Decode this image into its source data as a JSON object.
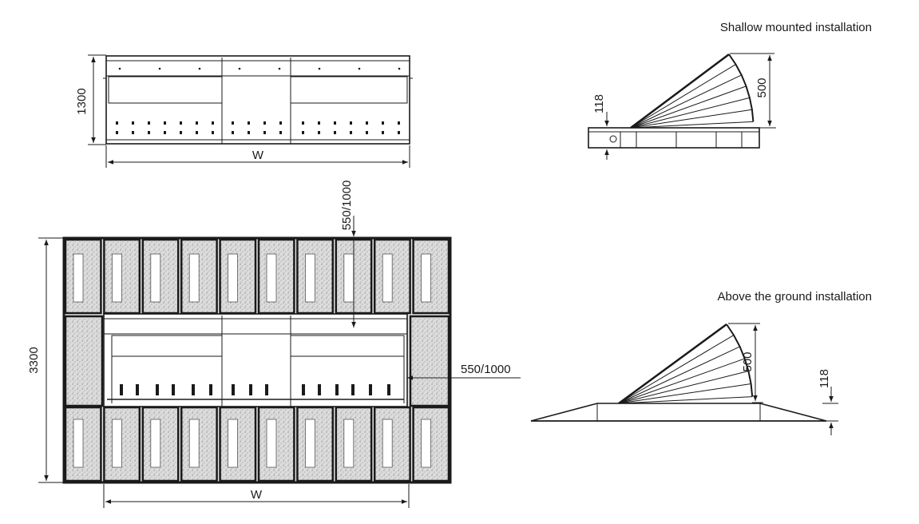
{
  "views": {
    "shallow": {
      "title": "Shallow mounted installation",
      "dim_h": "118",
      "dim_v": "500"
    },
    "above": {
      "title": "Above the ground installation",
      "dim_v": "500",
      "dim_h": "118"
    },
    "front": {
      "height": "1300",
      "width": "W"
    },
    "plan": {
      "height": "3300",
      "width": "W",
      "ramp_top": "550/1000",
      "ramp_side": "550/1000"
    }
  },
  "colors": {
    "line": "#1a1a1a",
    "panel_fill": "#d9d9d9"
  }
}
